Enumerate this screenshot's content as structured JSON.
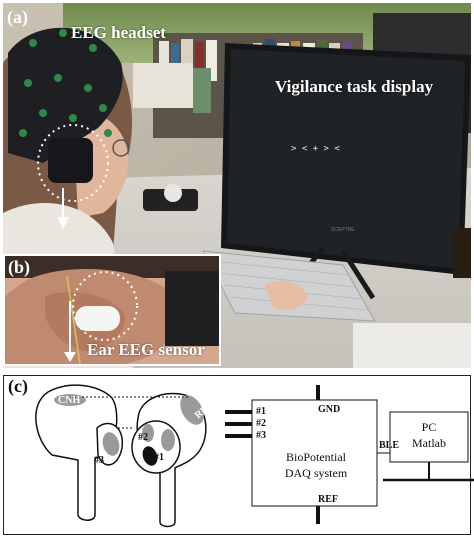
{
  "panels": {
    "a": {
      "label": "(a)",
      "headset_caption": "EEG headset",
      "display_caption": "Vigilance task display",
      "screen_symbols": "> < + > <",
      "monitor_brand": "SCEPTRE"
    },
    "b": {
      "label": "(b)",
      "sensor_caption": "Ear EEG sensor"
    },
    "c": {
      "label": "(c)"
    }
  },
  "diagram": {
    "earbud_labels": {
      "cnh": "CNH",
      "ref": "REF",
      "e1": "#1",
      "e2": "#2",
      "e3": "#3"
    },
    "daq": {
      "title_line1": "BioPotential",
      "title_line2": "DAQ system",
      "gnd": "GND",
      "ref": "REF",
      "channels": [
        "#1",
        "#2",
        "#3"
      ]
    },
    "link_label": "BLE",
    "pc": {
      "line1": "PC",
      "line2": "Matlab"
    }
  },
  "colors": {
    "electrode_gray": "#9a9a9a",
    "outline": "#111111"
  }
}
